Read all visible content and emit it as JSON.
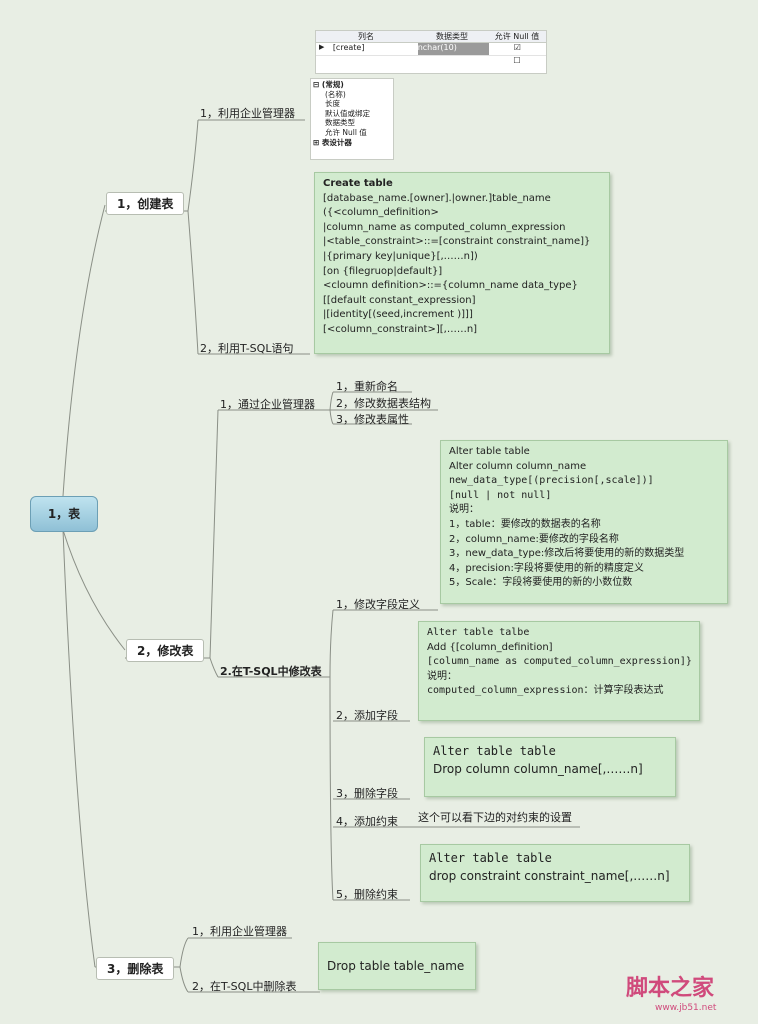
{
  "root": {
    "label": "1，表"
  },
  "create": {
    "label": "1，创建表",
    "enterprise": {
      "label": "1，利用企业管理器",
      "grid_headers": [
        "列名",
        "数据类型",
        "允许 Null 值"
      ],
      "grid_row": {
        "name": "[create]",
        "type": "nchar(10)"
      },
      "props": [
        "(常规)",
        "(名称)",
        "长度",
        "默认值或绑定",
        "数据类型",
        "允许 Null 值",
        "表设计器"
      ]
    },
    "tsql": {
      "label": "2，利用T-SQL语句",
      "code": [
        "Create  table",
        "  [database_name.[owner].|owner.]table_name",
        "({<column_definition>",
        "    |column_name as computed_column_expression",
        "     |<table_constraint>::=[constraint constraint_name]}",
        " |{primary key|unique}[,……n])",
        "[on {filegruop|default}]",
        " <cloumn definition>::={column_name data_type}",
        "[[default constant_expression]",
        " |[identity[(seed,increment )]]]",
        "[<column_constraint>][,……n]"
      ]
    }
  },
  "modify": {
    "label": "2，修改表",
    "enterprise": {
      "label": "1，通过企业管理器",
      "items": [
        "1，重新命名",
        "2，修改数据表结构",
        "3，修改表属性"
      ]
    },
    "tsql": {
      "label": "2.在T-SQL中修改表",
      "alter_column": {
        "label": "1，修改字段定义",
        "code": [
          "Alter table table",
          "Alter column column_name",
          " new_data_type[(precision[,scale])]",
          " [null | not null]",
          "说明：",
          "1，table：要修改的数据表的名称",
          "2，column_name:要修改的字段名称",
          "3，new_data_type:修改后将要使用的新的数据类型",
          "4，precision:字段将要使用的新的精度定义",
          "5，Scale：字段将要使用的新的小数位数"
        ]
      },
      "add_column": {
        "label": "2，添加字段",
        "code": [
          "Alter table talbe",
          "Add {[column_definition]",
          "[column_name as computed_column_expression]}",
          "说明：",
          "computed_column_expression：计算字段表达式"
        ]
      },
      "drop_column": {
        "label": "3，删除字段",
        "code": [
          "Alter  table table",
          " Drop column column_name[,……n]"
        ]
      },
      "add_constraint": {
        "label": "4，添加约束",
        "note": "这个可以看下边的对约束的设置"
      },
      "drop_constraint": {
        "label": "5，删除约束",
        "code": [
          "Alter table table",
          " drop constraint constraint_name[,……n]"
        ]
      }
    }
  },
  "delete": {
    "label": "3，删除表",
    "enterprise": {
      "label": "1，利用企业管理器"
    },
    "tsql": {
      "label": "2，在T-SQL中删除表",
      "code": "Drop table table_name"
    }
  },
  "watermark": {
    "brand": "脚本之家",
    "url": "www.jb51.net"
  }
}
